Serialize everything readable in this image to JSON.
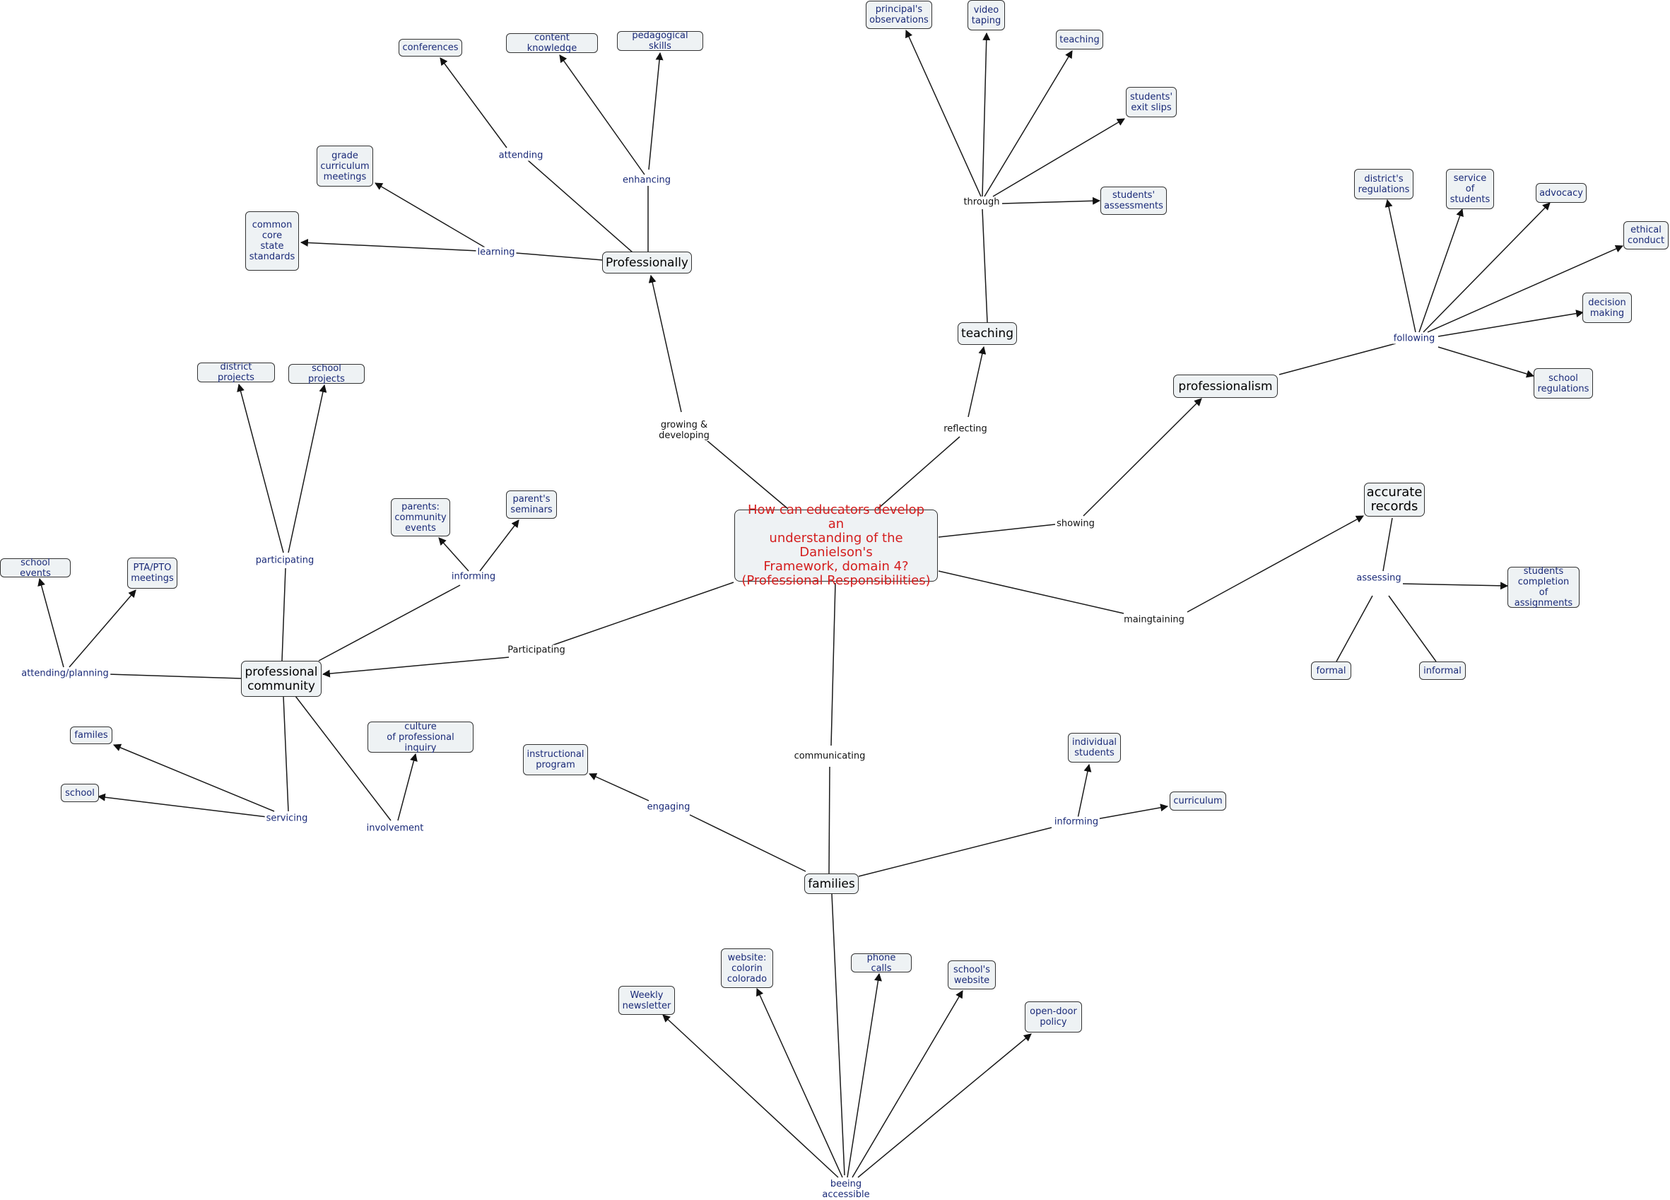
{
  "center": {
    "text": "How can educators develop an\nunderstanding of the Danielson's\nFramework, domain 4?\n(Professional Responsibilities)",
    "color": "#d41e1e"
  },
  "hubs": {
    "professionally": "Professionally",
    "teaching": "teaching",
    "professionalism": "professionalism",
    "accurate_records": "accurate\nrecords",
    "professional_community": "professional\ncommunity",
    "families": "families"
  },
  "links": {
    "growing_developing": "growing &\ndeveloping",
    "reflecting": "reflecting",
    "showing": "showing",
    "maingtaining": "maingtaining",
    "participating_main": "Participating",
    "communicating": "communicating",
    "attending": "attending",
    "enhancing": "enhancing",
    "learning": "learning",
    "through": "through",
    "following": "following",
    "assessing": "assessing",
    "participating_sub": "participating",
    "informing_community": "informing",
    "attending_planning": "attending/planning",
    "servicing": "servicing",
    "involvement": "involvement",
    "engaging": "engaging",
    "informing_families": "informing",
    "beeing_accessible": "beeing\naccessible"
  },
  "leaves": {
    "conferences": "conferences",
    "content_knowledge": "content knowledge",
    "pedagogical_skills": "pedagogical skills",
    "grade_curriculum": "grade\ncurriculum\nmeetings",
    "common_core": "common\ncore\nstate\nstandards",
    "principals_observations": "principal's\nobservations",
    "video_taping": "video\ntaping",
    "teaching_leaf": "teaching",
    "exit_slips": "students'\nexit slips",
    "students_assessments": "students'\nassessments",
    "districts_regulations": "district's\nregulations",
    "service_of_students": "service\nof\nstudents",
    "advocacy": "advocacy",
    "ethical_conduct": "ethical\nconduct",
    "decision_making": "decision\nmaking",
    "school_regulations": "school\nregulations",
    "students_completion": "students\ncompletion of\nassignments",
    "formal": "formal",
    "informal": "informal",
    "district_projects": "district projects",
    "school_projects": "school projects",
    "parents_community_events": "parents:\ncommunity\nevents",
    "parents_seminars": "parent's\nseminars",
    "school_events": "school events",
    "pta_pto": "PTA/PTO\nmeetings",
    "familes": "familes",
    "school": "school",
    "culture_inquiry": "culture\nof professional inquiry",
    "instructional_program": "instructional\nprogram",
    "individual_students": "individual\nstudents",
    "curriculum": "curriculum",
    "weekly_newsletter": "Weekly\nnewsletter",
    "website_colorin": "website:\ncolorin\ncolorado",
    "phone_calls": "phone calls",
    "schools_website": "school's\nwebsite",
    "open_door_policy": "open-door\npolicy"
  }
}
